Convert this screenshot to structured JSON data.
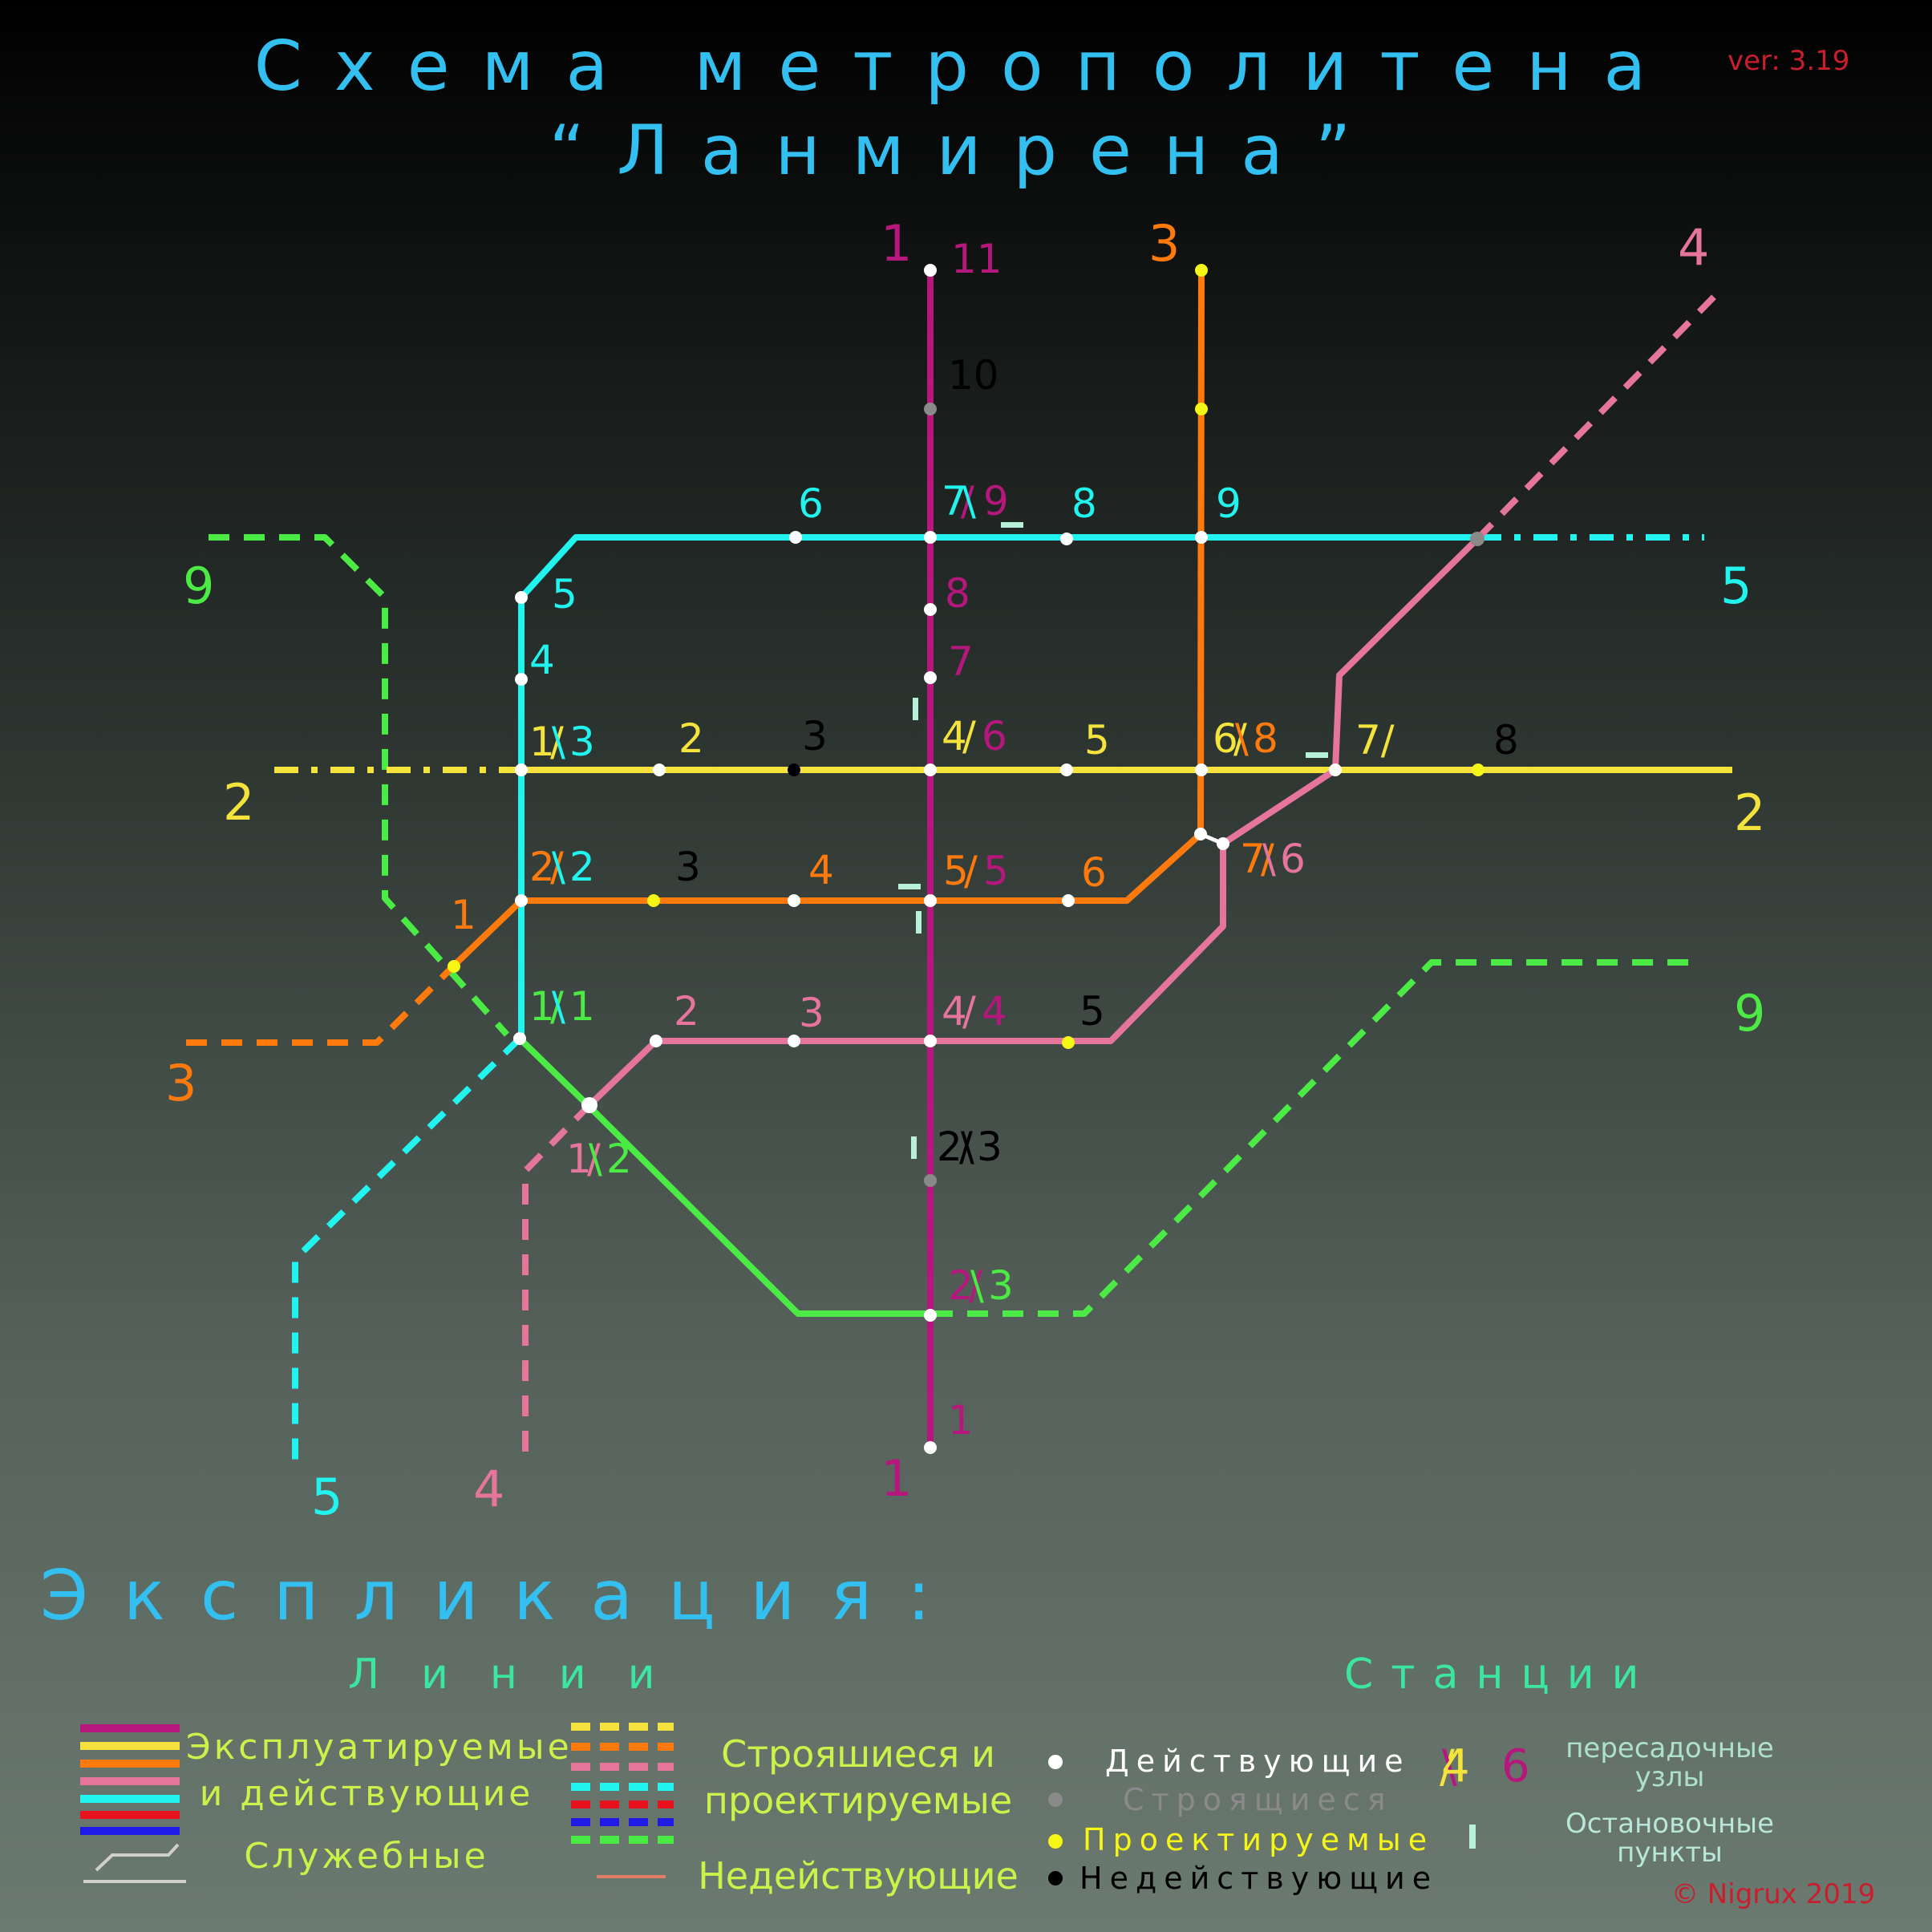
{
  "header": {
    "title_line1": "Схема метрополитена",
    "title_line2": "“Ланмирена”",
    "version": "ver: 3.19"
  },
  "colors": {
    "line1": "#b5177c",
    "line2": "#f4e33c",
    "line3": "#ff7a0c",
    "line4": "#e5759a",
    "line5": "#21f4ee",
    "line9": "#4cea45",
    "title": "#33c0f0",
    "station_active": "#ffffff",
    "station_construction": "#8a8a8a",
    "station_projected": "#f5f516",
    "station_inactive": "#000000",
    "stop_point": "#b8f0dc"
  },
  "line_ends": {
    "l1_top": "1",
    "l1_bottom": "1",
    "l2_left": "2",
    "l2_right": "2",
    "l3_top": "3",
    "l3_left": "3",
    "l4_top": "4",
    "l4_bottom": "4",
    "l5_right": "5",
    "l5_bottom": "5",
    "l9_left": "9",
    "l9_right": "9"
  },
  "stations": {
    "l1_s11": "11",
    "l1_s10": "10",
    "l1_s8": "8",
    "l1_s7": "7",
    "l1_s1": "1",
    "t_7_9a": "7",
    "t_7_9b": "9",
    "t_4_6a": "4",
    "t_4_6b": "6",
    "t_5_5a": "5",
    "t_5_5b": "5",
    "t_4_4a": "4",
    "t_4_4b": "4",
    "t_2_3a": "2",
    "t_2_3b": "3",
    "t_2_3ga": "2",
    "t_2_3gb": "3",
    "l5_s6": "6",
    "l5_s8": "8",
    "l5_s9": "9",
    "l5_s5": "5",
    "l5_s4": "4",
    "t_1_3a": "1",
    "t_1_3b": "3",
    "l2_s2": "2",
    "l2_s3": "3",
    "l2_s5": "5",
    "l2_s8": "8",
    "t_6_8a": "6",
    "t_6_8b": "8",
    "t_7a": "7/",
    "t_2_2a": "2",
    "t_2_2b": "2",
    "l3_s1": "1",
    "l3_s3": "3",
    "l3_s4": "4",
    "l3_s6": "6",
    "t_7_6a": "7",
    "t_7_6b": "6",
    "t_1_1a": "1",
    "t_1_1b": "1",
    "l4_s2": "2",
    "l4_s3": "3",
    "l4_s5": "5",
    "t_1_2a": "1",
    "t_1_2b": "2"
  },
  "legend": {
    "title": "Экспликация:",
    "lines_heading": "Линии",
    "stations_heading": "Станции",
    "operating": "Эксплуатируемые и действующие",
    "service": "Служебные",
    "under_construction": "Строяшиеся и проектируемые",
    "inactive": "Недействующие",
    "st_active": "Действующие",
    "st_construction": "Строящиеся",
    "st_projected": "Проектируемые",
    "st_inactive": "Недействующие",
    "transfer_a": "4",
    "transfer_b": "6",
    "transfer_label": "пересадочные узлы",
    "stop_label": "Остановочные пункты",
    "copyright": "© Nigrux 2019"
  }
}
